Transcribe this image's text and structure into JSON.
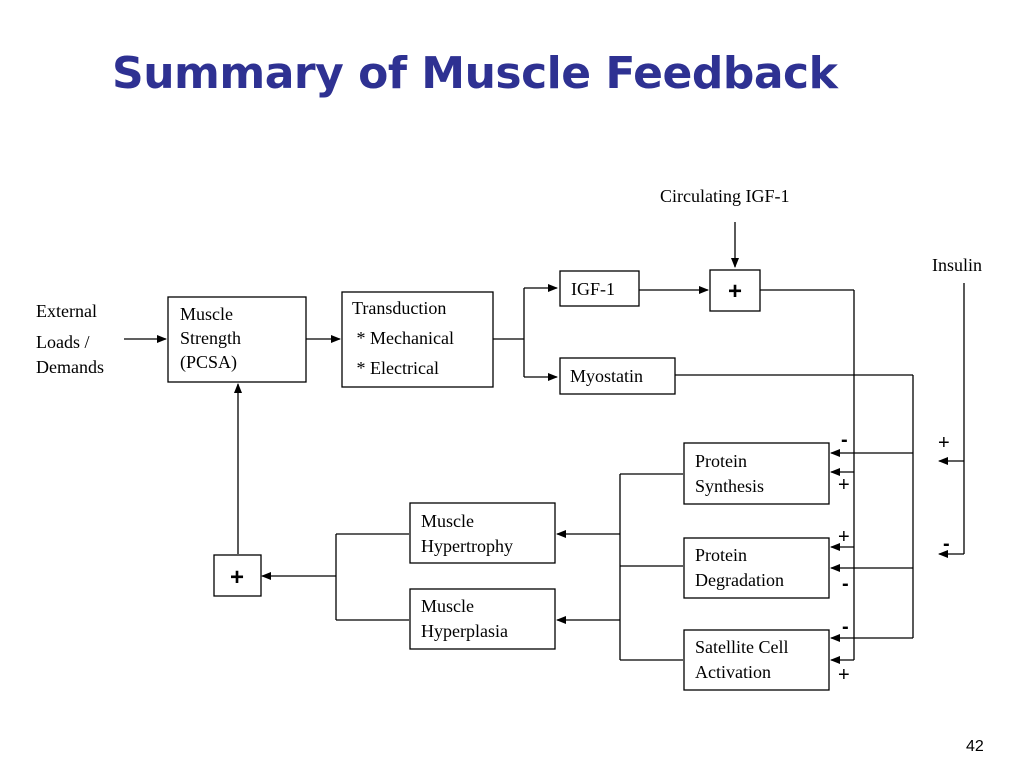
{
  "slide": {
    "title": "Summary of Muscle Feedback",
    "page_number": "42",
    "title_color": "#2e3192"
  },
  "inputs": {
    "external_lines": [
      "External",
      "Loads /",
      "Demands"
    ],
    "circulating_igf1": "Circulating IGF-1",
    "insulin": "Insulin"
  },
  "boxes": {
    "muscle_strength": [
      "Muscle",
      "Strength",
      "(PCSA)"
    ],
    "transduction": [
      "Transduction",
      " * Mechanical",
      " * Electrical"
    ],
    "igf1": "IGF-1",
    "myostatin": "Myostatin",
    "protein_synthesis": [
      "Protein",
      "Synthesis"
    ],
    "protein_degradation": [
      "Protein",
      "Degradation"
    ],
    "satellite_cell": [
      "Satellite Cell",
      "Activation"
    ],
    "muscle_hypertrophy": [
      "Muscle",
      "Hypertrophy"
    ],
    "muscle_hyperplasia": [
      "Muscle",
      "Hyperplasia"
    ]
  },
  "junctions": {
    "sum_top": "+",
    "sum_bottom": "+"
  },
  "signs": {
    "synthesis_myostatin": "-",
    "synthesis_igf": "+",
    "synthesis_insulin": "+",
    "degradation_igf": "+",
    "degradation_myostatin": "-",
    "degradation_insulin": "-",
    "satellite_myostatin": "-",
    "satellite_igf": "+"
  }
}
